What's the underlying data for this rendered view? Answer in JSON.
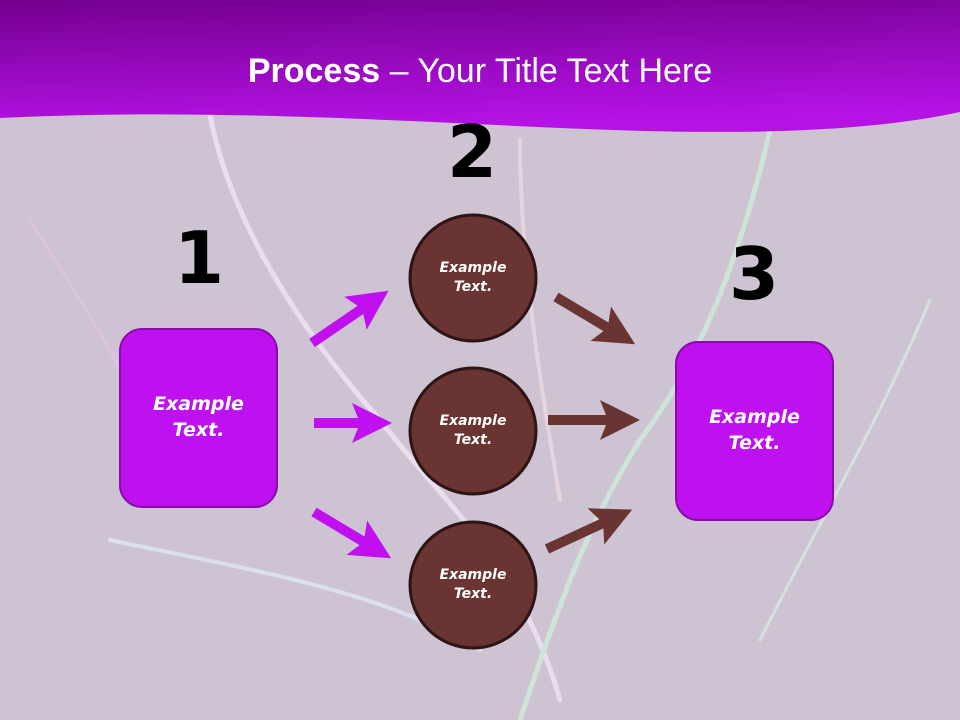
{
  "slide": {
    "title_bold": "Process",
    "title_rest": " – Your Title Text Here",
    "steps": [
      "1",
      "2",
      "3"
    ],
    "left_box": "Example Text.",
    "right_box": "Example Text.",
    "circles": [
      "Example Text.",
      "Example Text.",
      "Example Text."
    ]
  },
  "colors": {
    "header": "#a00cc8",
    "box": "#bf10f0",
    "circle": "#6a3432",
    "brown_arrow": "#6a3432",
    "magenta_arrow": "#c010f0"
  }
}
